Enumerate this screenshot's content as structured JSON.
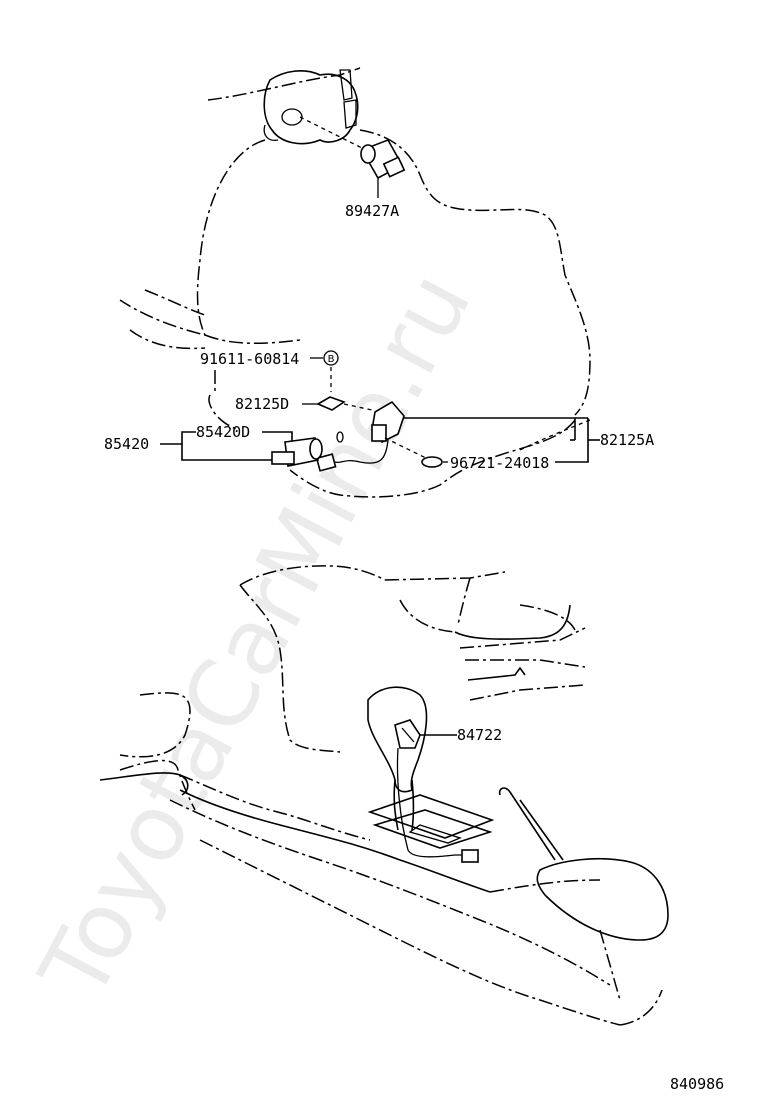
{
  "watermark": "ToyotaCarMine.ru",
  "diagram_code": "840986",
  "callouts": {
    "p89427A": "89427A",
    "p91611": "91611-60814",
    "p91611_marker": "B",
    "p82125D": "82125D",
    "p85420": "85420",
    "p85420D": "85420D",
    "p82125A": "82125A",
    "p96721": "96721-24018",
    "p84722": "84722"
  }
}
